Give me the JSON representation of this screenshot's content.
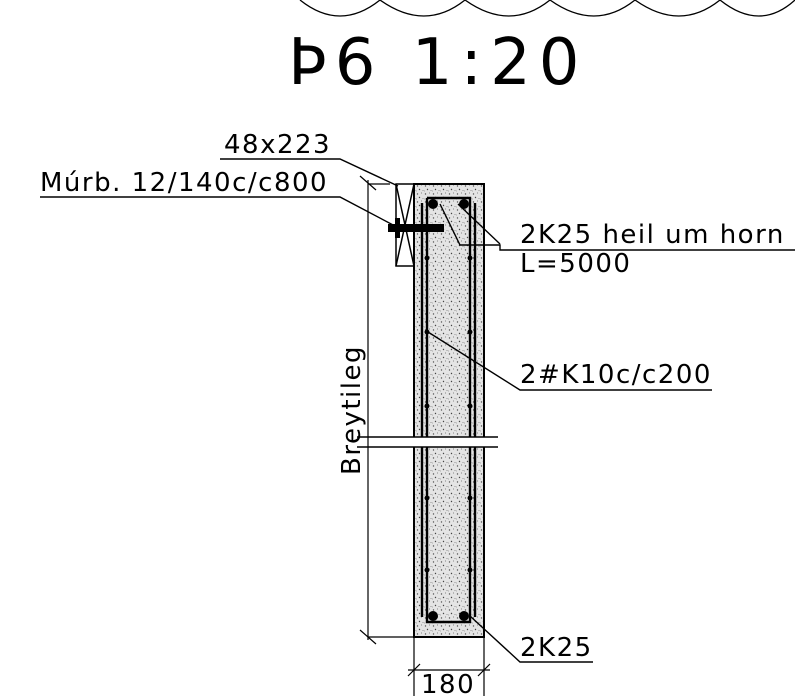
{
  "drawing": {
    "title": "Þ6  1:20",
    "labels": {
      "plank": "48x223",
      "bolt": "Múrb. 12/140c/c800",
      "corner_bars": "2K25 heil um horn",
      "length": "L=5000",
      "stirrups": "2#K10c/c200",
      "bottom_bars": "2K25",
      "width_dim": "180",
      "height_dim": "Breytileg"
    }
  }
}
